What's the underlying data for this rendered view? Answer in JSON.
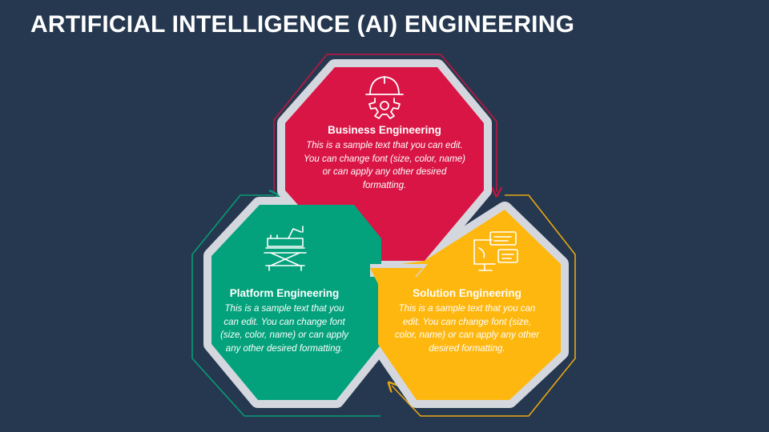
{
  "title": "ARTIFICIAL INTELLIGENCE (AI) ENGINEERING",
  "colors": {
    "background": "#263850",
    "business": "#D91545",
    "platform": "#04A27C",
    "solution": "#FEB70F",
    "frame": "#D4D8DE"
  },
  "blocks": [
    {
      "key": "business",
      "icon": "hard-hat-gear-icon",
      "heading": "Business Engineering",
      "text": "This is a sample text that you can edit. You can change font (size, color, name) or can apply any other desired formatting."
    },
    {
      "key": "platform",
      "icon": "platform-machine-icon",
      "heading": "Platform Engineering",
      "text": "This is a sample text that you can edit. You can change font (size, color, name) or can apply any other desired formatting."
    },
    {
      "key": "solution",
      "icon": "chat-monitor-icon",
      "heading": "Solution Engineering",
      "text": "This is a sample text that you can edit. You can change font (size, color, name) or can apply any other desired formatting."
    }
  ]
}
